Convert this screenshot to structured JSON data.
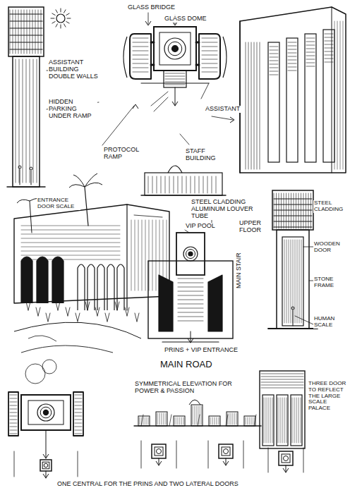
{
  "diagram": {
    "labels": [
      "GLASS BRIDGE",
      "GLASS DOME",
      "ASSISTANT BUILDING DOUBLE WALLS",
      "HIDDEN PARKING UNDER RAMP",
      "PROTOCOL RAMP",
      "ENTRANCE DOOR SCALE",
      "ASSISTANT",
      "STAFF BUILDING",
      "STEEL CLADDING ALUMINUM LOUVER TUBE",
      "VIP POOL",
      "UPPER FLOOR",
      "MAIN STAIR",
      "STEEL CLADDING",
      "WOODEN DOOR",
      "STONE FRAME",
      "HUMAN SCALE",
      "PRINS + VIP ENTRANCE",
      "MAIN ROAD",
      "SYMMETRICAL ELEVATION FOR POWER & PASSION",
      "THREE DOOR TO REFLECT THE LARGE SCALE PALACE",
      "ONE CENTRAL FOR THE PRINS AND TWO LATERAL DOORS"
    ]
  }
}
